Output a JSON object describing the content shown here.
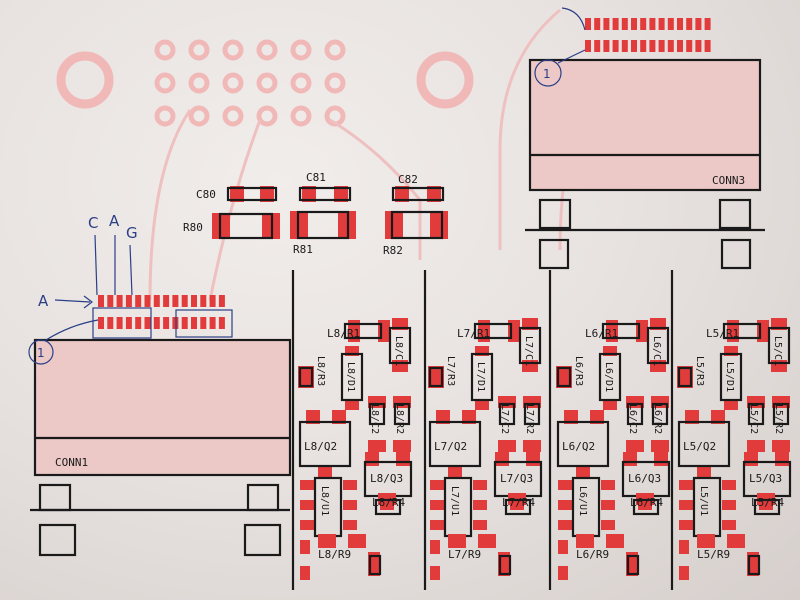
{
  "components": {
    "c80": "C80",
    "c81": "C81",
    "c82": "C82",
    "r80": "R80",
    "r81": "R81",
    "r82": "R82",
    "conn1": "CONN1",
    "conn3": "CONN3",
    "ch8": {
      "r1": "L8/R1",
      "c1": "L8/C1",
      "d1": "L8/D1",
      "r3": "L8/R3",
      "q2": "L8/Q2",
      "q3": "L8/Q3",
      "u1": "L8/U1",
      "r9": "L8/R9",
      "r4": "L8/R4",
      "r2": "L8/R2",
      "c2": "L8/C2"
    },
    "ch7": {
      "r1": "L7/R1",
      "c1": "L7/C1",
      "d1": "L7/D1",
      "r3": "L7/R3",
      "q2": "L7/Q2",
      "q3": "L7/Q3",
      "u1": "L7/U1",
      "r9": "L7/R9",
      "r4": "L7/R4",
      "r2": "L7/R2",
      "c2": "L7/C2"
    },
    "ch6": {
      "r1": "L6/R1",
      "c1": "L6/C1",
      "d1": "L6/D1",
      "r3": "L6/R3",
      "q2": "L6/Q2",
      "q3": "L6/Q3",
      "u1": "L6/U1",
      "r9": "L6/R9",
      "r4": "L6/R4",
      "r2": "L6/R2",
      "c2": "L6/C2"
    },
    "ch5": {
      "r1": "L5/R1",
      "c1": "L5/C1",
      "d1": "L5/D1",
      "r3": "L5/R3",
      "q2": "L5/Q2",
      "q3": "L5/Q3",
      "u1": "L5/U1",
      "r9": "L5/R9",
      "r4": "L5/R4",
      "r2": "L5/R2",
      "c2": "L5/C2"
    }
  },
  "annotations": {
    "c": "C",
    "a": "A",
    "g": "G",
    "a_left": "A",
    "pin1_conn1": "1",
    "pin1_conn3": "1"
  },
  "colors": {
    "board": "#ebe6e4",
    "pad": "#e23b3b",
    "silkscreen": "#1a1a1a",
    "copper_ring": "#f1b8b8",
    "ink": "#2b3f86"
  }
}
